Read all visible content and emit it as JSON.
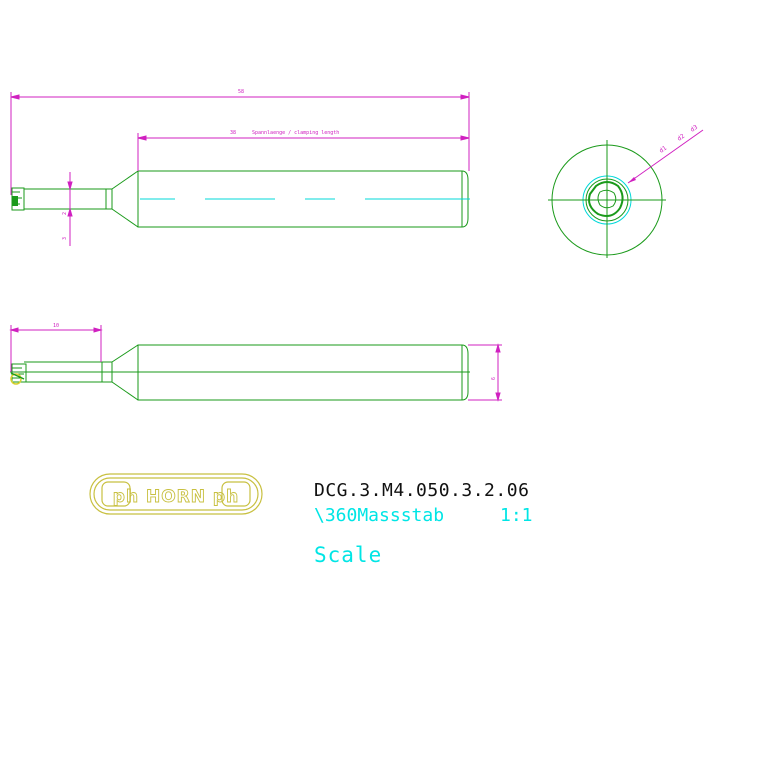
{
  "drawing": {
    "part_number": "DCG.3.M4.050.3.2.06",
    "scale_caption": "\\360Massstab",
    "scale_value": "1:1",
    "scale_word": "Scale",
    "logo_text": "ph HORN ph"
  },
  "dimensions": {
    "overall_length": "58",
    "clamping_length_value": "38",
    "clamping_length_label": "Spannlaenge / clamping length",
    "neck_length": "10",
    "neck_diameter": "2",
    "tip_diameter": "3",
    "shank_diameter": "6",
    "end_view_d1": "d1",
    "end_view_d2": "d2",
    "end_view_d3": "d3"
  },
  "colors": {
    "outline": "#1a9a1a",
    "dimension": "#d020c0",
    "centerline": "#00d8d8",
    "logo": "#c8c040",
    "text": "#111111"
  }
}
